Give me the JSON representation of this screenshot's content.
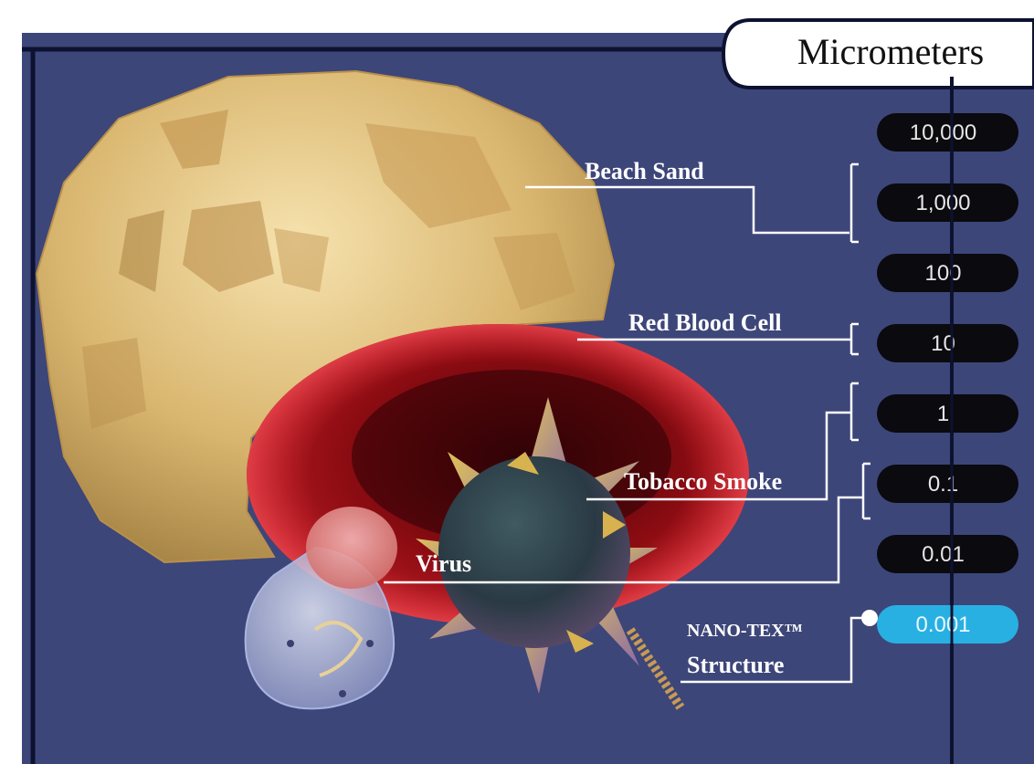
{
  "header": {
    "title": "Micrometers"
  },
  "scale": {
    "values": [
      "10,000",
      "1,000",
      "100",
      "10",
      "1",
      "0.1",
      "0.01",
      "0.001"
    ],
    "highlight_index": 7
  },
  "labels": {
    "beach_sand": "Beach Sand",
    "red_blood_cell": "Red Blood Cell",
    "tobacco_smoke": "Tobacco Smoke",
    "virus": "Virus",
    "nanotex_line1": "NANO-TEX™",
    "nanotex_line2": "Structure"
  },
  "colors": {
    "background": "#3d4679",
    "frame": "#0d1230",
    "scale_pill": "#0a0a0f",
    "highlight_pill": "#29b0e3",
    "leader_lines": "#ffffff"
  }
}
